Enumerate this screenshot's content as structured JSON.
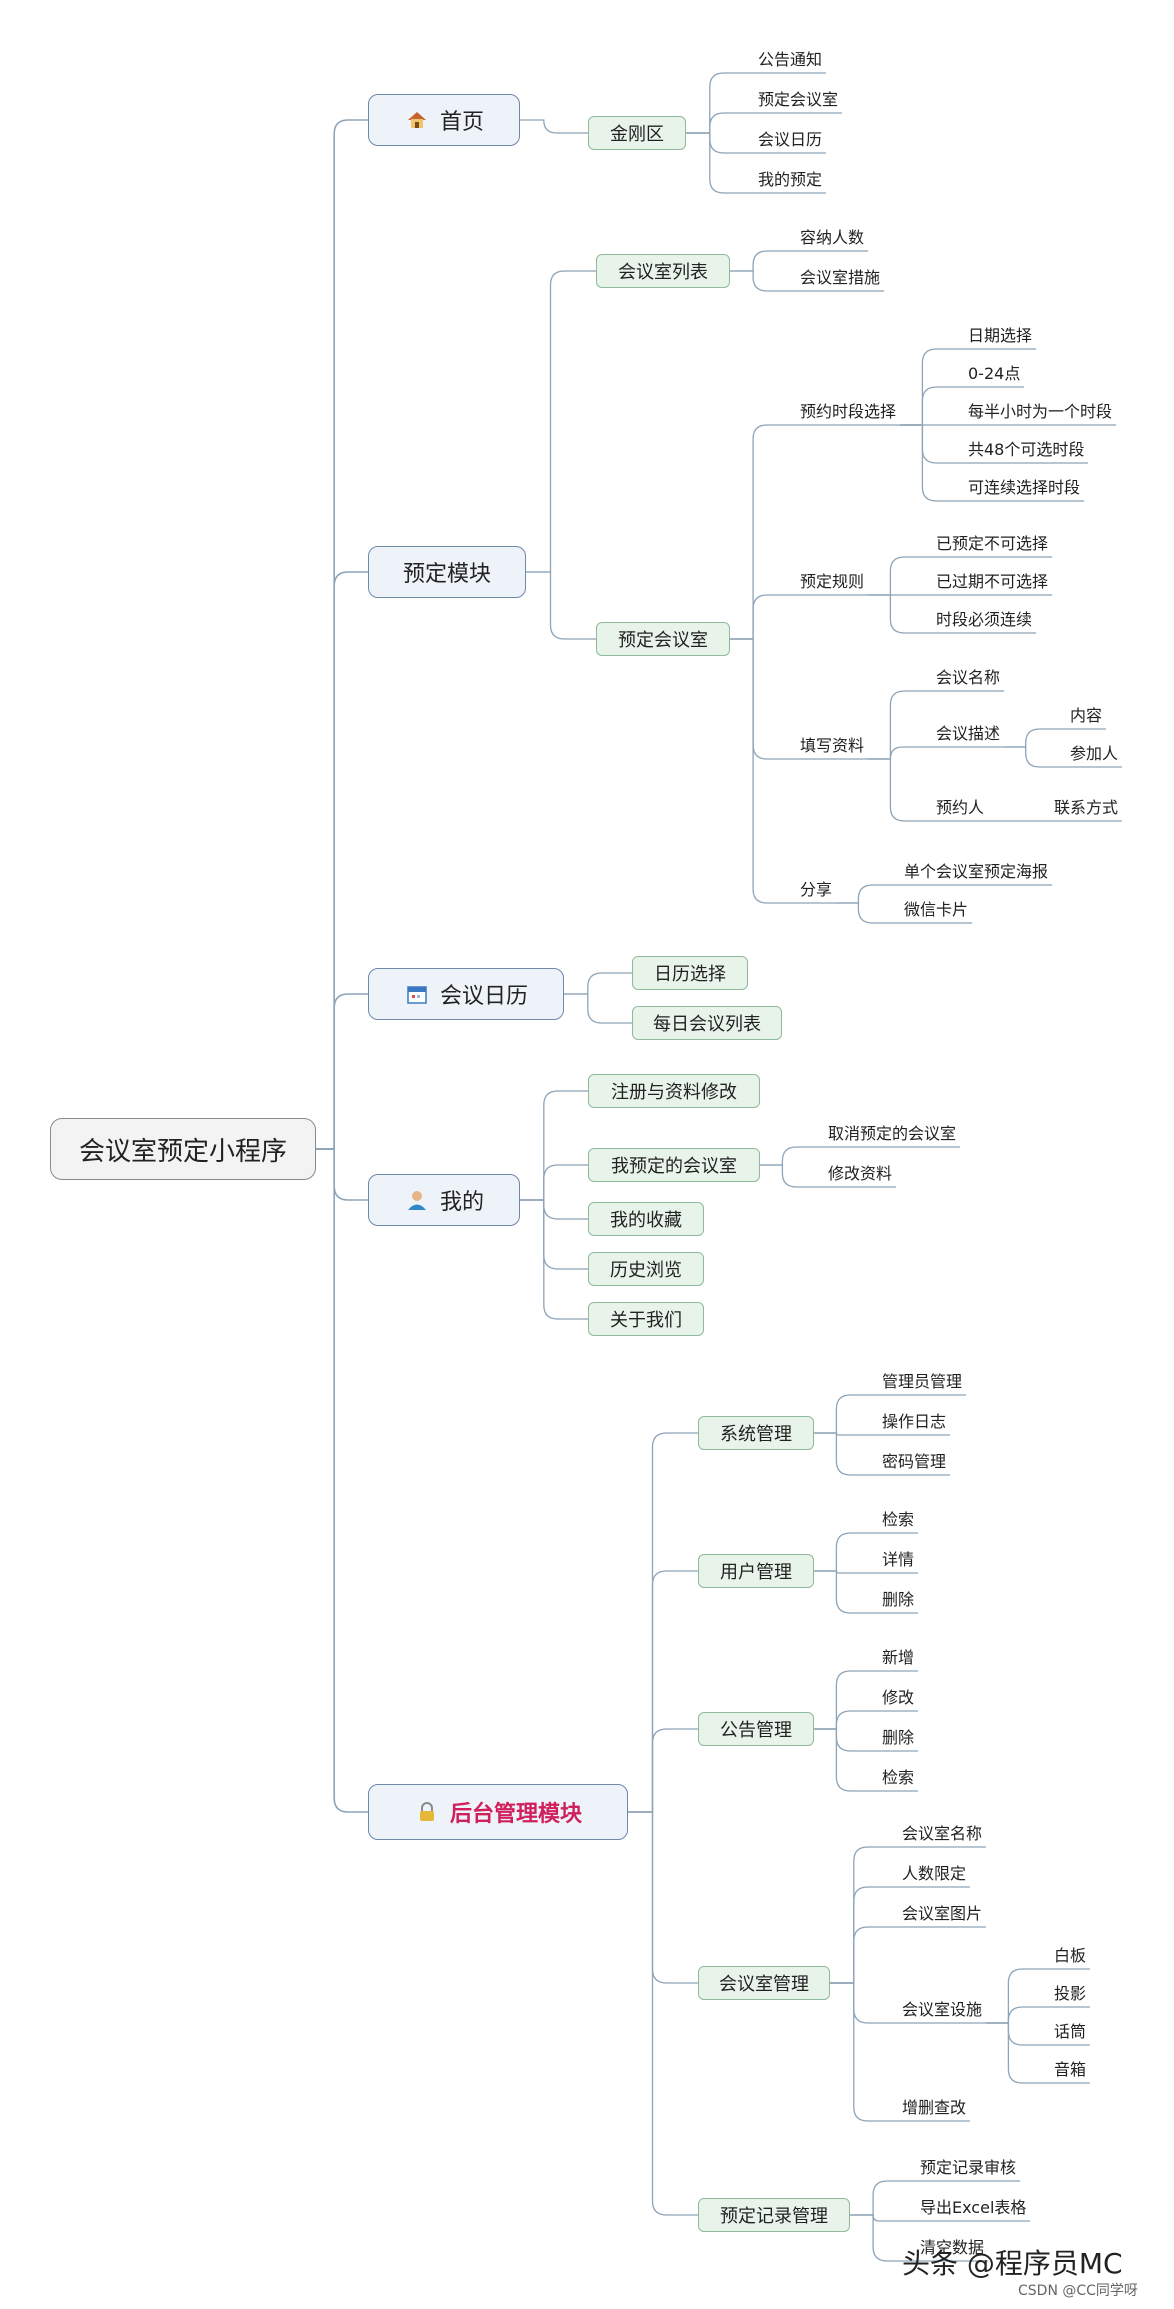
{
  "root": "会议室预定小程序",
  "sections": {
    "home": {
      "label": "首页",
      "icon": "house-icon",
      "jingang": {
        "label": "金刚区",
        "items": [
          "公告通知",
          "预定会议室",
          "会议日历",
          "我的预定"
        ]
      }
    },
    "booking": {
      "label": "预定模块",
      "room_list": {
        "label": "会议室列表",
        "items": [
          "容纳人数",
          "会议室措施"
        ]
      },
      "book_room": {
        "label": "预定会议室",
        "timeslot": {
          "label": "预约时段选择",
          "items": [
            "日期选择",
            "0-24点",
            "每半小时为一个时段",
            "共48个可选时段",
            "可连续选择时段"
          ]
        },
        "rules": {
          "label": "预定规则",
          "items": [
            "已预定不可选择",
            "已过期不可选择",
            "时段必须连续"
          ]
        },
        "fill": {
          "label": "填写资料",
          "name": "会议名称",
          "desc": {
            "label": "会议描述",
            "items": [
              "内容",
              "参加人"
            ]
          },
          "booker": {
            "label": "预约人",
            "contact": "联系方式"
          }
        },
        "share": {
          "label": "分享",
          "items": [
            "单个会议室预定海报",
            "微信卡片"
          ]
        }
      }
    },
    "calendar": {
      "label": "会议日历",
      "icon": "calendar-icon",
      "items": [
        "日历选择",
        "每日会议列表"
      ]
    },
    "mine": {
      "label": "我的",
      "icon": "user-icon",
      "register": "注册与资料修改",
      "my_booked": {
        "label": "我预定的会议室",
        "items": [
          "取消预定的会议室",
          "修改资料"
        ]
      },
      "favorites": "我的收藏",
      "history": "历史浏览",
      "about": "关于我们"
    },
    "admin": {
      "label": "后台管理模块",
      "icon": "lock-icon",
      "system": {
        "label": "系统管理",
        "items": [
          "管理员管理",
          "操作日志",
          "密码管理"
        ]
      },
      "users": {
        "label": "用户管理",
        "items": [
          "检索",
          "详情",
          "删除"
        ]
      },
      "notice": {
        "label": "公告管理",
        "items": [
          "新增",
          "修改",
          "删除",
          "检索"
        ]
      },
      "rooms": {
        "label": "会议室管理",
        "name": "会议室名称",
        "limit": "人数限定",
        "image": "会议室图片",
        "facilities": {
          "label": "会议室设施",
          "items": [
            "白板",
            "投影",
            "话筒",
            "音箱"
          ]
        },
        "crud": "增删查改"
      },
      "records": {
        "label": "预定记录管理",
        "items": [
          "预定记录审核",
          "导出Excel表格",
          "清空数据"
        ]
      }
    }
  },
  "watermark": {
    "main": "头条 @程序员MC",
    "sub": "CSDN @CC同学呀"
  },
  "colors": {
    "line": "#8ea4b8",
    "level1_border": "#6f89aa",
    "level2_border": "#8fb99a",
    "admin_text": "#d0205c"
  }
}
